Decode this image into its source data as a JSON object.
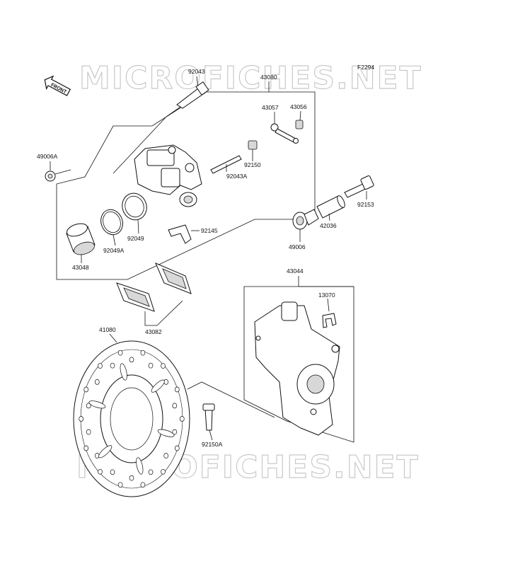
{
  "diagram": {
    "code": "F2294",
    "watermark": "MICROFICHES.NET",
    "front_arrow_label": "FRONT",
    "parts": {
      "p92043": "92043",
      "p43080": "43080",
      "p43057": "43057",
      "p43056": "43056",
      "p49006A": "49006A",
      "p92150": "92150",
      "p92043A": "92043A",
      "p92153": "92153",
      "p42036": "42036",
      "p49006": "49006",
      "p92145": "92145",
      "p92049": "92049",
      "p92049A": "92049A",
      "p43048": "43048",
      "p43044": "43044",
      "p13070": "13070",
      "p43082": "43082",
      "p41080": "41080",
      "p92150A": "92150A"
    }
  }
}
